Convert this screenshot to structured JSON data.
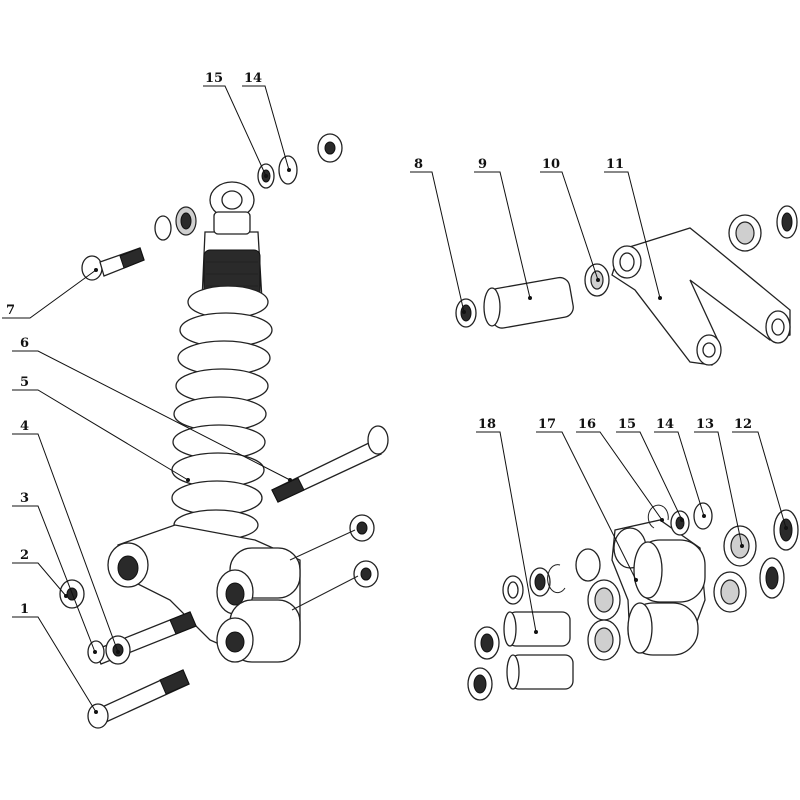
{
  "diagram": {
    "callouts_left": [
      "1",
      "2",
      "3",
      "4",
      "5",
      "6",
      "7",
      "15",
      "14"
    ],
    "callouts_top_right": [
      "8",
      "9",
      "10",
      "11"
    ],
    "callouts_bottom_right": [
      "18",
      "17",
      "16",
      "15",
      "14",
      "13",
      "12"
    ]
  }
}
